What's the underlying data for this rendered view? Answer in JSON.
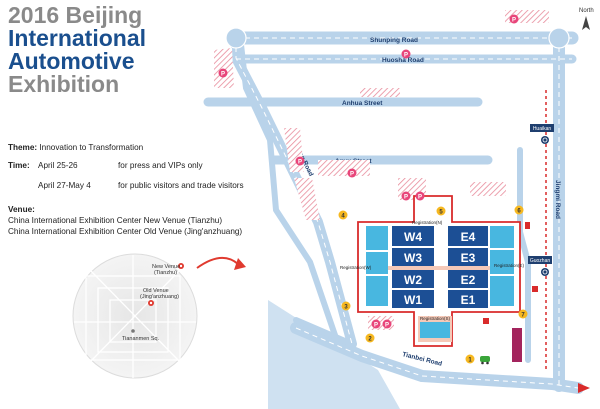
{
  "title": {
    "line1": "2016 Beijing",
    "line2": "International",
    "line3": "Automotive",
    "line4": "Exhibition"
  },
  "theme": {
    "label": "Theme:",
    "value": "Innovation to Transformation"
  },
  "time": {
    "label": "Time:",
    "rows": [
      {
        "dates": "April 25-26",
        "audience": "for press and VIPs only"
      },
      {
        "dates": "April 27-May 4",
        "audience": "for public visitors and trade visitors"
      }
    ]
  },
  "venue": {
    "label": "Venue:",
    "lines": [
      "China International Exhibition Center New Venue (Tianzhu)",
      "China International Exhibition Center Old Venue (Jing'anzhuang)"
    ]
  },
  "inset_map": {
    "new_venue": "New Venue",
    "new_venue_sub": "(Tianzhu)",
    "old_venue": "Old Venue",
    "old_venue_sub": "(Jing'anzhuang)",
    "tiananmen": "Tiananmen Sq."
  },
  "compass": {
    "label": "North"
  },
  "roads": {
    "shunping": "Shunping Road",
    "huosha": "Huosha Road",
    "anhua": "Anhua Street",
    "anyu": "Anyu Street",
    "yuxiang": "Yuxiang Road",
    "jingmi": "Jingmi Road",
    "tianbei": "Tianbei Road"
  },
  "halls": [
    "W4",
    "W3",
    "W2",
    "W1",
    "E4",
    "E3",
    "E2",
    "E1"
  ],
  "registration": {
    "north": "Registration(N)",
    "west": "Registration(W)",
    "east": "Registration(E)",
    "south": "Registration(S)"
  },
  "stations": {
    "huaikan": "Huaikan",
    "guozhan": "Guozhan"
  },
  "gates": [
    "1",
    "2",
    "3",
    "4",
    "5",
    "6",
    "7"
  ],
  "parking_symbol": "P",
  "colors": {
    "road": "#b9d3ea",
    "hall": "#1c4f95",
    "pavilion": "#48b7e0",
    "registration": "#f5c9b8",
    "venue_border": "#d92b2b",
    "parking": "#e8457a",
    "gate": "#f6b820",
    "title_blue": "#1a4f8e",
    "title_gray": "#8a8a8a"
  }
}
